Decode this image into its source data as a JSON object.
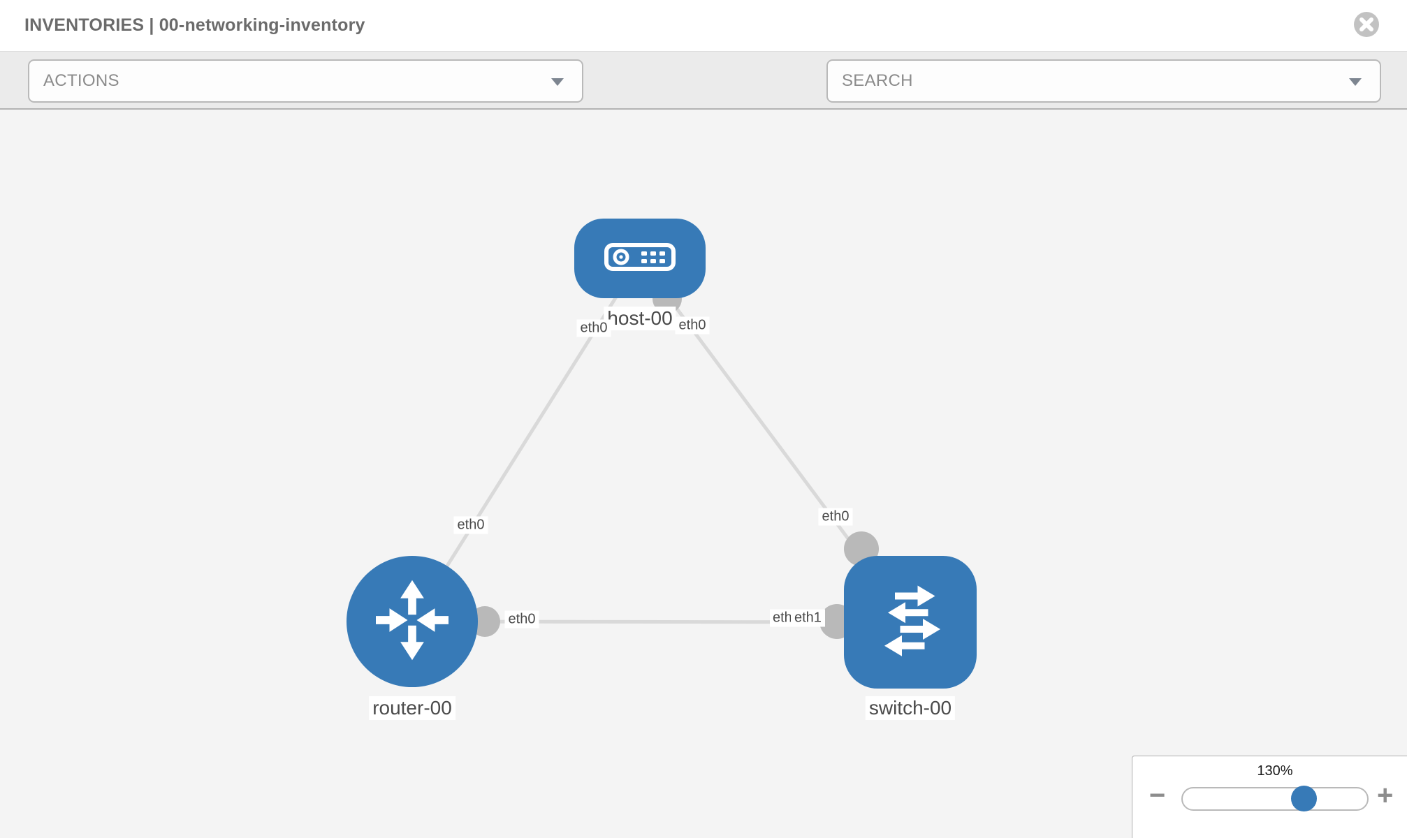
{
  "header": {
    "title": "INVENTORIES | 00-networking-inventory"
  },
  "toolbar": {
    "actions_label": "ACTIONS",
    "search_placeholder": "SEARCH",
    "icons": [
      "wrench-icon",
      "key-icon"
    ]
  },
  "topology": {
    "nodes": [
      {
        "id": "host-00",
        "type": "host"
      },
      {
        "id": "router-00",
        "type": "router"
      },
      {
        "id": "switch-00",
        "type": "switch"
      }
    ],
    "links": [
      {
        "source": "host-00",
        "source_interface": "eth0",
        "target": "router-00",
        "target_interface": "eth0"
      },
      {
        "source": "host-00",
        "source_interface": "eth0",
        "target": "switch-00",
        "target_interface": "eth0"
      },
      {
        "source": "router-00",
        "source_interface": "eth0",
        "target": "switch-00",
        "target_interface": "eth1"
      }
    ]
  },
  "canvas": {
    "node_labels": {
      "host": "host-00",
      "router": "router-00",
      "switch": "switch-00"
    },
    "interface_labels": {
      "host_left": "eth0",
      "host_right": "eth0",
      "router_top": "eth0",
      "switch_top": "eth0",
      "router_right": "eth0",
      "switch_left_back": "eth0",
      "switch_left_front": "eth1"
    }
  },
  "zoom_control": {
    "value": "130%",
    "minus_label": "−",
    "plus_label": "+"
  },
  "colors": {
    "node_blue": "#377ab7",
    "edge_gray": "#d9d9d9",
    "dot_gray": "#b9b9b9",
    "canvas_bg": "#f4f4f4",
    "toolbar_bg": "#ebebeb",
    "icon_gray": "#8a939e",
    "title_gray": "#6b6b6b"
  }
}
